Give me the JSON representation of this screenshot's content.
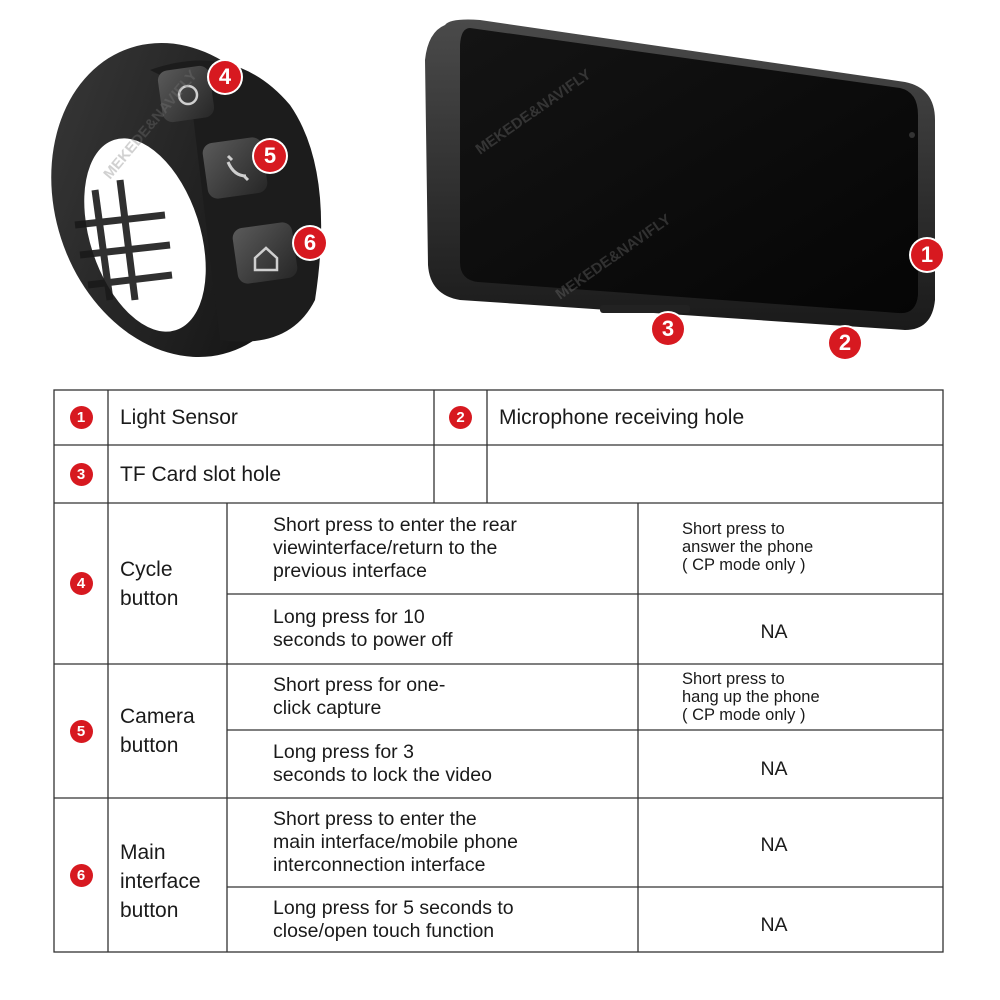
{
  "callouts": {
    "light_sensor": "1",
    "microphone": "2",
    "tf_card": "3",
    "cycle": "4",
    "camera": "5",
    "main_interface": "6"
  },
  "watermark": "MEKEDE&NAVIFLY",
  "table": {
    "row1": {
      "num": "1",
      "label": "Light Sensor",
      "num2": "2",
      "label2": "Microphone receiving hole"
    },
    "row2": {
      "num": "3",
      "label": "TF Card slot hole"
    },
    "cycle": {
      "num": "4",
      "name_line1": "Cycle",
      "name_line2": "button",
      "short_line1": "Short press to enter the rear",
      "short_line2": "viewinterface/return to the",
      "short_line3": "previous interface",
      "short_cp_line1": "Short press to",
      "short_cp_line2": "answer the phone",
      "short_cp_line3": "( CP mode only )",
      "long_line1": "Long press for 10",
      "long_line2": "seconds to power off",
      "long_cp": "NA"
    },
    "camera": {
      "num": "5",
      "name_line1": "Camera",
      "name_line2": "button",
      "short_line1": "Short press for one-",
      "short_line2": "click capture",
      "short_cp_line1": "Short press to",
      "short_cp_line2": "hang up the phone",
      "short_cp_line3": "( CP mode only )",
      "long_line1": "Long press for 3",
      "long_line2": "seconds to lock the video",
      "long_cp": "NA"
    },
    "main": {
      "num": "6",
      "name_line1": "Main",
      "name_line2": "interface",
      "name_line3": "button",
      "short_line1": "Short press to enter the",
      "short_line2": "main interface/mobile phone",
      "short_line3": "interconnection interface",
      "short_cp": "NA",
      "long_line1": "Long press for 5 seconds to",
      "long_line2": "close/open touch function",
      "long_cp": "NA"
    }
  },
  "colors": {
    "accent": "#d71920",
    "line": "#333333",
    "text": "#1a1a1a"
  }
}
